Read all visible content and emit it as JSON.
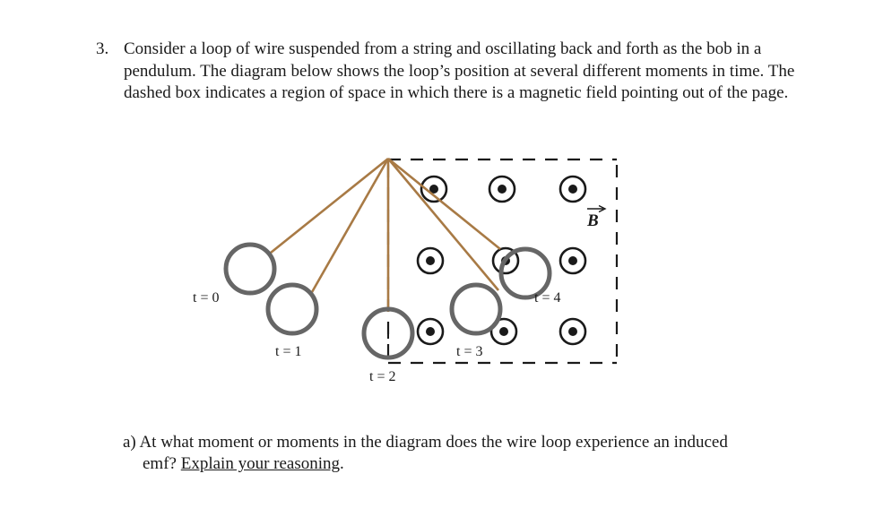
{
  "problem": {
    "number": "3.",
    "text": "Consider a loop of wire suspended from a string and oscillating back and forth as the bob in a pendulum. The diagram below shows the loop’s position at several different moments in time. The dashed box indicates a region of space in which there is a magnetic field pointing out of the page."
  },
  "diagram": {
    "field_label": "B",
    "times": [
      {
        "label": "t = 0"
      },
      {
        "label": "t = 1"
      },
      {
        "label": "t = 2"
      },
      {
        "label": "t = 3"
      },
      {
        "label": "t = 4"
      }
    ]
  },
  "question": {
    "prefix": "a) At what moment or moments in the diagram does the wire loop experience an induced",
    "line2": "emf?",
    "underlined": "Explain your reasoning",
    "suffix": "."
  },
  "colors": {
    "string": "#a87a45",
    "loop": "#666666",
    "ink": "#1a1a1a"
  }
}
